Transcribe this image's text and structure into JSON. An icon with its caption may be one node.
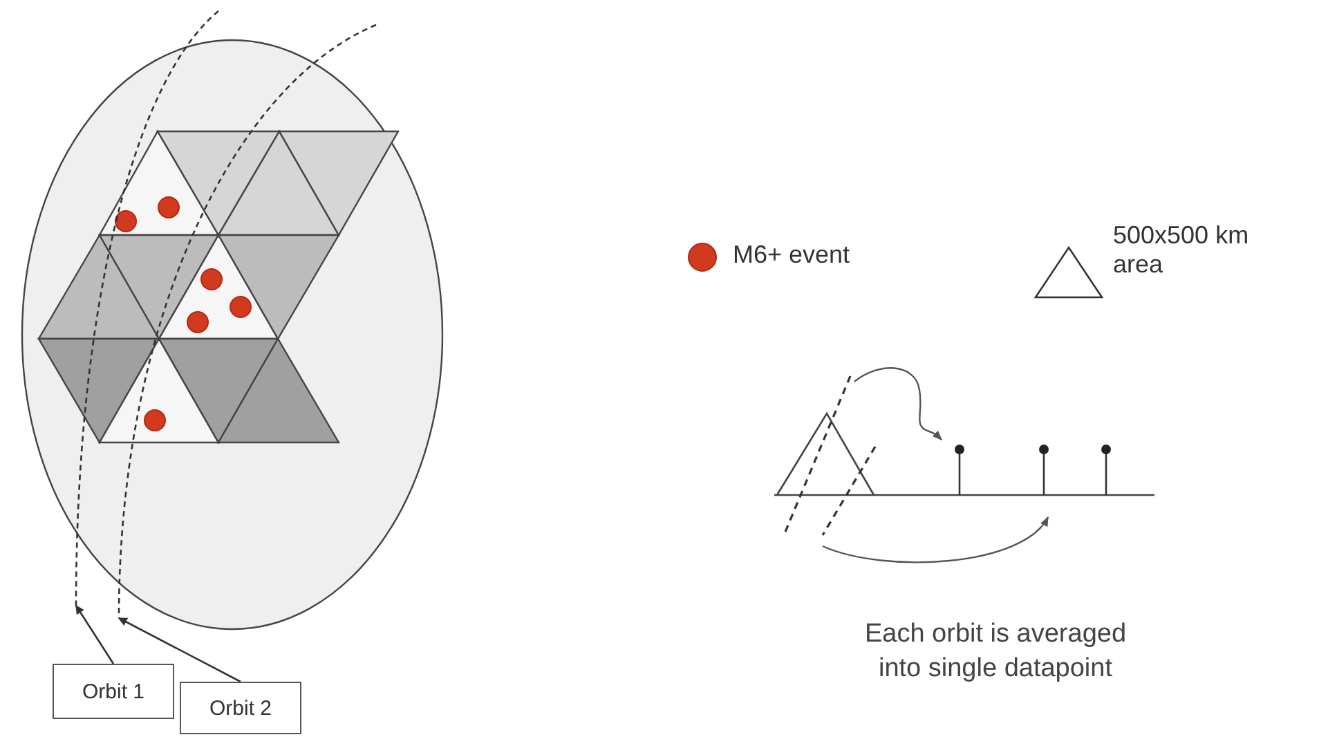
{
  "diagram": {
    "nodes": [
      {
        "text": [
          "Orbit 1"
        ]
      },
      {
        "text": [
          "Orbit 2"
        ]
      },
      {
        "text": [],
        "shape": "line"
      },
      {
        "text": [],
        "shape": "line"
      }
    ],
    "edges": [
      {
        "from": 0,
        "to": 2,
        "arrow": "to"
      },
      {
        "from": 1,
        "to": 3,
        "arrow": "to"
      }
    ],
    "labels": [
      "Each orbit is averaged into single datapoint"
    ],
    "legend": [
      {
        "text": "M6+ event",
        "color": "#d23a1f"
      },
      {
        "text": "500x500 km area"
      }
    ]
  }
}
